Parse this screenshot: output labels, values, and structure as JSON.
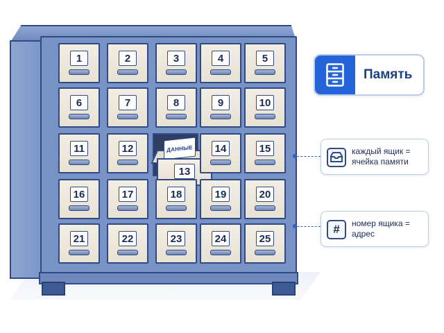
{
  "title": {
    "label": "Память",
    "icon": "filing-cabinet-icon"
  },
  "drawers": [
    {
      "number": "1"
    },
    {
      "number": "2"
    },
    {
      "number": "3"
    },
    {
      "number": "4"
    },
    {
      "number": "5"
    },
    {
      "number": "6"
    },
    {
      "number": "7"
    },
    {
      "number": "8"
    },
    {
      "number": "9"
    },
    {
      "number": "10"
    },
    {
      "number": "11"
    },
    {
      "number": "12"
    },
    {
      "number": "13"
    },
    {
      "number": "14"
    },
    {
      "number": "15"
    },
    {
      "number": "16"
    },
    {
      "number": "17"
    },
    {
      "number": "18"
    },
    {
      "number": "19"
    },
    {
      "number": "20"
    },
    {
      "number": "21"
    },
    {
      "number": "22"
    },
    {
      "number": "23"
    },
    {
      "number": "24"
    },
    {
      "number": "25"
    }
  ],
  "open_drawer": {
    "number": "13",
    "card_text": "ДАННЫЕ"
  },
  "notes": [
    {
      "icon": "tray-icon",
      "text": "каждый ящик = ячейка памяти"
    },
    {
      "icon": "hash-icon",
      "symbol": "#",
      "text": "номер ящика = адрес"
    }
  ],
  "colors": {
    "accent": "#2563d9",
    "cabinet": "#7892c6",
    "outline": "#2f4a85",
    "drawer_face": "#efeadd"
  }
}
